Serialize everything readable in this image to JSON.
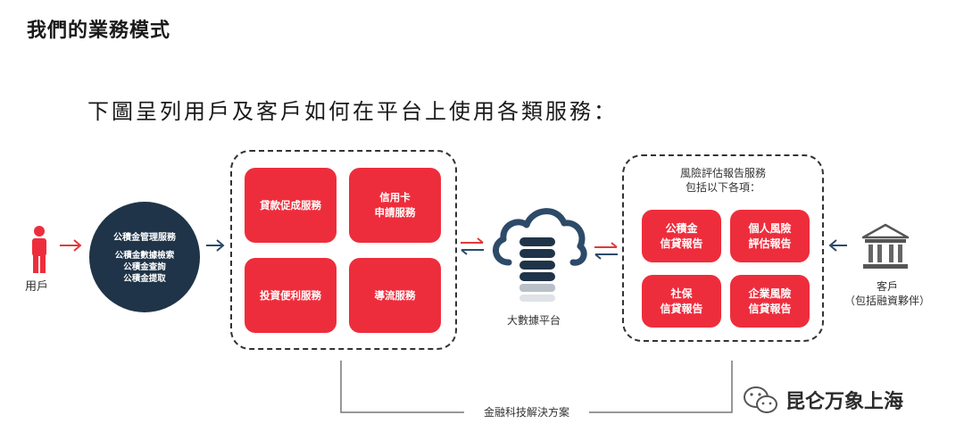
{
  "heading": "我們的業務模式",
  "subtitle": "下圖呈列用戶及客戶如何在平台上使用各類服務：",
  "user": {
    "label": "用戶"
  },
  "circle": {
    "title": "公積金管理服務",
    "lines": [
      "公積金數據檢索",
      "公積金查詢",
      "公積金提取"
    ]
  },
  "left_services": [
    "貸款促成服務",
    "信用卡\n申請服務",
    "投資便利服務",
    "導流服務"
  ],
  "cloud": {
    "label": "大數據平台"
  },
  "right_box": {
    "title_line1": "風險評估報告服務",
    "title_line2": "包括以下各項：",
    "reports": [
      "公積金\n信貸報告",
      "個人風險\n評估報告",
      "社保\n信貸報告",
      "企業風險\n信貸報告"
    ]
  },
  "client": {
    "line1": "客戶",
    "line2": "（包括融資夥伴）"
  },
  "bottom_label": "金融科技解決方案",
  "watermark": "昆仑万象上海",
  "colors": {
    "red": "#ee2d3c",
    "navy": "#1f3448",
    "arrow_red": "#e23a3a",
    "arrow_navy": "#2d4a68"
  }
}
